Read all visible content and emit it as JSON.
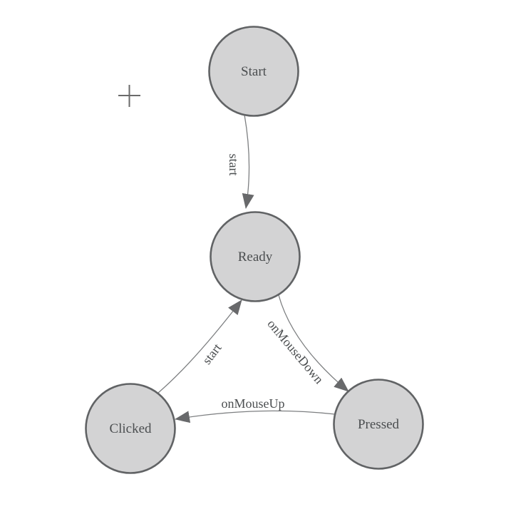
{
  "diagram": {
    "type": "state-machine-diagram",
    "colors": {
      "background": "#ffffff",
      "node-fill": "#d3d3d4",
      "node-stroke": "#616365",
      "edge-stroke": "#7d7f81",
      "arrow-fill": "#68696b",
      "label-color": "#4b4e50",
      "cursor-color": "#6a6a6a"
    },
    "nodes": [
      {
        "id": "start",
        "label": "Start"
      },
      {
        "id": "ready",
        "label": "Ready"
      },
      {
        "id": "clicked",
        "label": "Clicked"
      },
      {
        "id": "pressed",
        "label": "Pressed"
      }
    ],
    "edges": [
      {
        "from": "Start",
        "to": "Ready",
        "label": "start"
      },
      {
        "from": "Ready",
        "to": "Pressed",
        "label": "onMouseDown"
      },
      {
        "from": "Pressed",
        "to": "Clicked",
        "label": "onMouseUp"
      },
      {
        "from": "Clicked",
        "to": "Ready",
        "label": "start"
      }
    ],
    "cursor": {
      "shape": "plus-crosshair"
    }
  }
}
